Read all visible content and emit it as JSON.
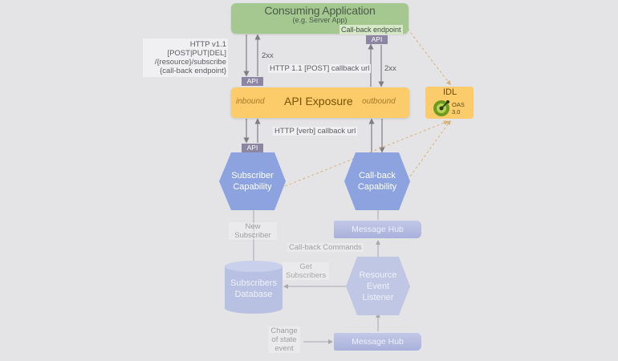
{
  "consumer": {
    "title": "Consuming Application",
    "subtitle": "(e.g. Server App)",
    "callback_endpoint": "Call-back endpoint"
  },
  "api_tag": "API",
  "request_label": [
    "HTTP v1.1",
    "[POST|PUT|DEL]",
    "/{resource}/subscribe",
    "{call-back endpoint}"
  ],
  "response_2xx": "2xx",
  "callback_post_label": "HTTP 1.1  [POST] callback url",
  "exposure": {
    "title": "API Exposure",
    "inbound": "inbound",
    "outbound": "outbound"
  },
  "idl": {
    "title": "IDL",
    "spec_line1": "OAS",
    "spec_line2": "3.0",
    "icon": "openapi-logo-icon"
  },
  "verb_callback_label": "HTTP [verb] callback url",
  "subscriber_capability": [
    "Subscriber",
    "Capability"
  ],
  "callback_capability": [
    "Call-back",
    "Capability"
  ],
  "new_subscriber": [
    "New",
    "Subscriber"
  ],
  "message_hub_top": "Message Hub",
  "callback_commands": "Call-back Commands",
  "get_subscribers": [
    "Get",
    "Subscribers"
  ],
  "subscribers_db": [
    "Subscribers",
    "Database"
  ],
  "resource_listener": [
    "Resource",
    "Event",
    "Listener"
  ],
  "change_state": [
    "Change",
    "of  state",
    "event"
  ],
  "message_hub_bottom": "Message Hub",
  "colors": {
    "background": "#e4e4e6",
    "consumer": "#a5c890",
    "exposure": "#fccb6a",
    "capability": "#8da3e0",
    "api_tag": "#8c86a3"
  }
}
